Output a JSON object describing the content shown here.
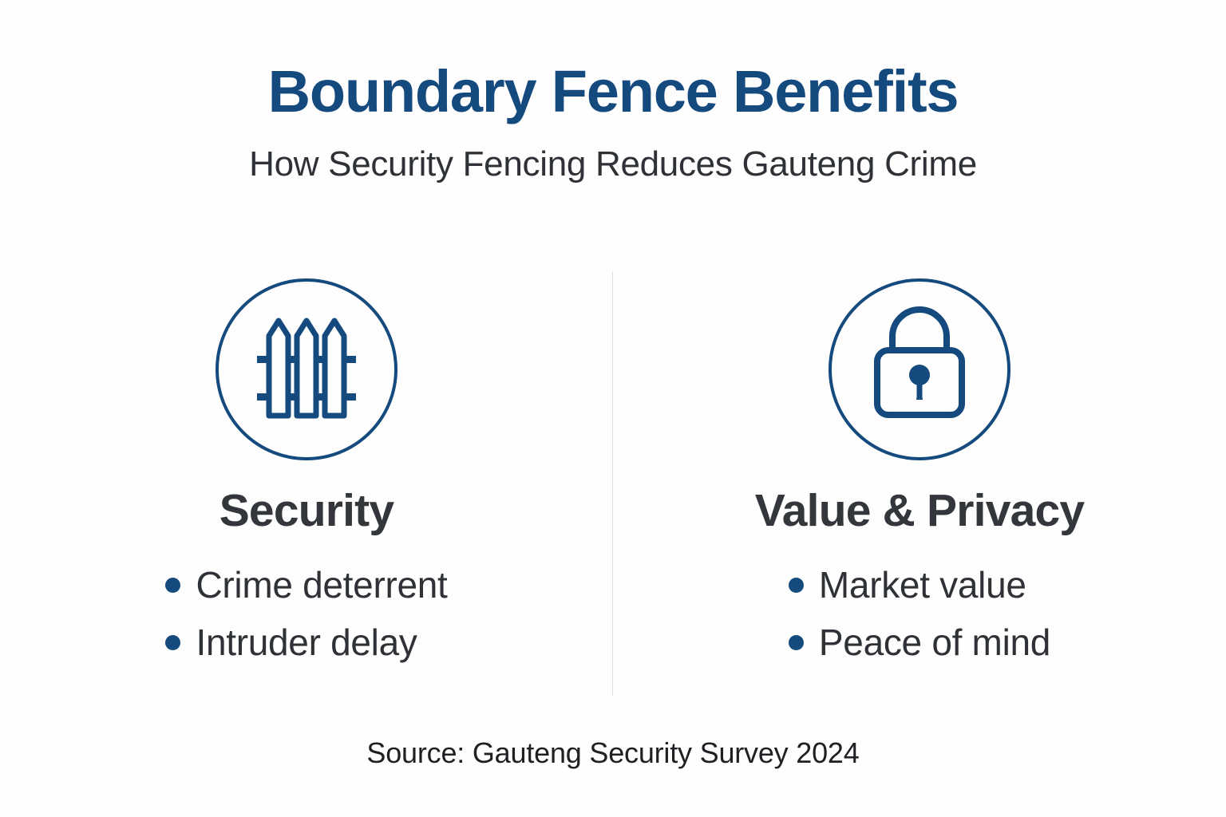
{
  "header": {
    "title": "Boundary Fence Benefits",
    "subtitle": "How Security Fencing Reduces Gauteng Crime"
  },
  "colors": {
    "brand_blue": "#154A7E",
    "heading_gray": "#33363B",
    "body_gray": "#2E3136",
    "divider_gray": "#DDDEE2",
    "background": "#FEFEFE"
  },
  "columns": [
    {
      "icon": "fence-icon",
      "title": "Security",
      "bullets": [
        "Crime deterrent",
        "Intruder delay"
      ]
    },
    {
      "icon": "lock-icon",
      "title": "Value & Privacy",
      "bullets": [
        "Market value",
        "Peace of mind"
      ]
    }
  ],
  "footer": {
    "source": "Source: Gauteng Security Survey 2024"
  }
}
